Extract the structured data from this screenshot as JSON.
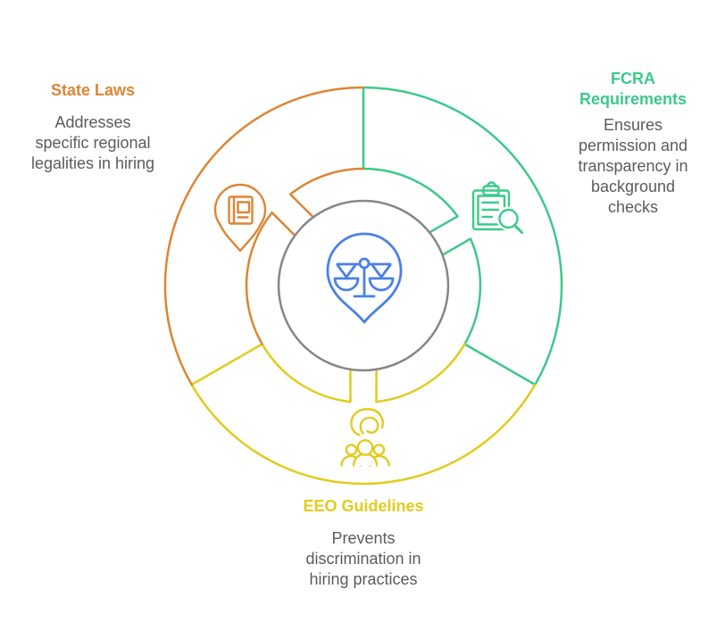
{
  "title": "Hiring Compliance Diagram",
  "colors": {
    "orange": "#DD8534",
    "green": "#3CC98A",
    "yellow": "#E2CB1E",
    "blue": "#4A80E8",
    "ring_gray": "#868686",
    "body_text": "#5A5B5D",
    "background": "#FFFFFF"
  },
  "center": {
    "icon": "scales-of-justice-location-pin-icon"
  },
  "sections": [
    {
      "id": "state-laws",
      "title": "State Laws",
      "description_lines": [
        "Addresses",
        "specific regional",
        "legalities in hiring"
      ],
      "icon": "location-pin-rulebook-icon",
      "color": "#DD8534",
      "position": "top-left"
    },
    {
      "id": "fcra-requirements",
      "title_lines": [
        "FCRA",
        "Requirements"
      ],
      "description_lines": [
        "Ensures",
        "permission and",
        "transparency in",
        "background",
        "checks"
      ],
      "icon": "clipboard-magnifier-icon",
      "color": "#3CC98A",
      "position": "top-right"
    },
    {
      "id": "eeo-guidelines",
      "title": "EEO Guidelines",
      "description_lines": [
        "Prevents",
        "discrimination in",
        "hiring practices"
      ],
      "icon": "people-with-hand-icon",
      "color": "#E2CB1E",
      "position": "bottom"
    }
  ]
}
